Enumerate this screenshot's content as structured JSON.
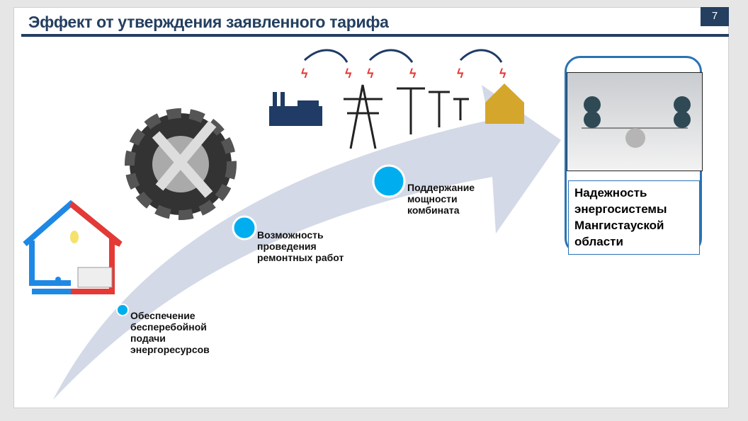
{
  "slide": {
    "title": "Эффект от утверждения заявленного тарифа",
    "page_number": "7"
  },
  "steps": [
    {
      "label_lines": [
        "Обеспечение",
        "бесперебойной",
        "подачи",
        "энергоресурсов"
      ]
    },
    {
      "label_lines": [
        "Возможность",
        "проведения",
        "ремонтных работ"
      ]
    },
    {
      "label_lines": [
        "Поддержание",
        "мощности",
        "комбината"
      ]
    }
  ],
  "result": {
    "label_lines": [
      "Надежность",
      "энергосистемы",
      "Мангистауской",
      "области"
    ]
  },
  "colors": {
    "accent": "#243f60",
    "dot": "#00aeef",
    "arrow": "#d3d9e6",
    "card_border": "#2a72b5"
  }
}
